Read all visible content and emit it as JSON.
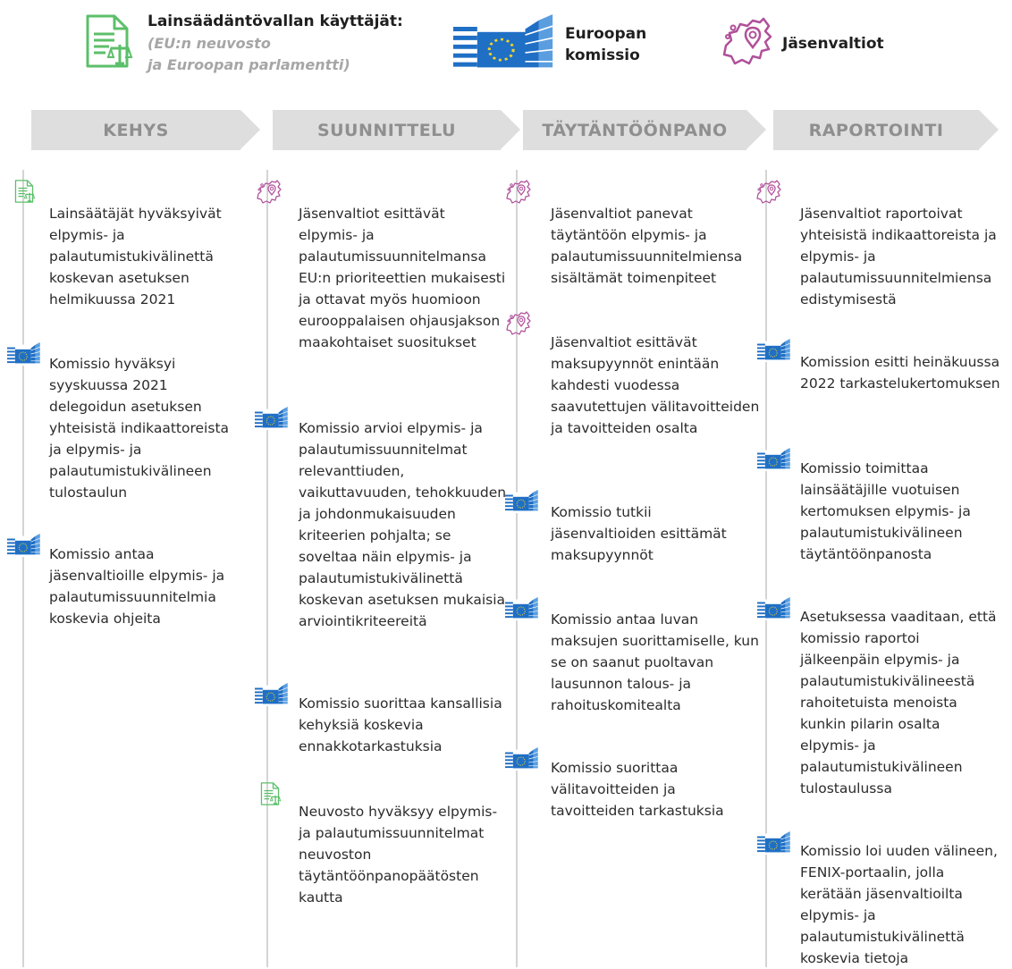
{
  "legend": {
    "legislators_title": "Lainsäädäntövallan käyttäjät:",
    "legislators_sub1": "(EU:n neuvosto",
    "legislators_sub2": "ja Euroopan parlamentti)",
    "commission_line1": "Euroopan",
    "commission_line2": "komissio",
    "member_states": "Jäsenvaltiot"
  },
  "columns": {
    "c1": {
      "title": "KEHYS",
      "e1": "Lainsäätäjät hyväksyivät elpymis- ja palautumistukivälinettä koskevan asetuksen helmikuussa 2021",
      "e2": "Komissio hyväksyi syyskuussa 2021 delegoidun asetuksen yhteisistä indikaattoreista ja elpymis- ja palautumistukivälineen tulostaulun",
      "e3": "Komissio antaa jäsenvaltioille elpymis- ja palautumissuunnitelmia koskevia ohjeita"
    },
    "c2": {
      "title": "SUUNNITTELU",
      "e1": "Jäsenvaltiot esittävät elpymis- ja palautumissuunnitelmansa EU:n prioriteettien mukaisesti ja ottavat myös huomioon eurooppalaisen ohjausjakson maakohtaiset suositukset",
      "e2": "Komissio arvioi elpymis- ja palautumissuunnitelmat relevanttiuden, vaikuttavuuden, tehokkuuden ja johdonmukaisuuden kriteerien pohjalta; se soveltaa näin elpymis- ja palautumistukivälinettä koskevan asetuksen mukaisia arviointikriteereitä",
      "e3": "Komissio suorittaa kansallisia kehyksiä koskevia ennakkotarkastuksia",
      "e4": "Neuvosto hyväksyy elpymis- ja palautumissuunnitelmat neuvoston täytäntöönpanopäätösten kautta"
    },
    "c3": {
      "title": "TÄYTÄNTÖÖNPANO",
      "e1": "Jäsenvaltiot panevat täytäntöön elpymis- ja palautumissuunnitelmiensa sisältämät toimenpiteet",
      "e2": "Jäsenvaltiot esittävät maksupyynnöt enintään kahdesti vuodessa saavutettujen välitavoitteiden ja tavoitteiden osalta",
      "e3": "Komissio tutkii jäsenvaltioiden esittämät maksupyynnöt",
      "e4": "Komissio antaa luvan maksujen suorittamiselle, kun se on saanut puoltavan lausunnon talous- ja rahoituskomitealta",
      "e5": "Komissio suorittaa välitavoitteiden ja tavoitteiden tarkastuksia"
    },
    "c4": {
      "title": "RAPORTOINTI",
      "e1": "Jäsenvaltiot raportoivat yhteisistä indikaattoreista ja elpymis- ja palautumissuunnitelmiensa edistymisestä",
      "e2": "Komission esitti heinäkuussa 2022 tarkastelukertomuksen",
      "e3": "Komissio toimittaa lainsäätäjille vuotuisen kertomuksen elpymis- ja palautumistukivälineen täytäntöönpanosta",
      "e4": "Asetuksessa vaaditaan, että komissio raportoi jälkeenpäin elpymis- ja palautumistukivälineestä rahoitetuista menoista kunkin pilarin osalta elpymis- ja palautumistukivälineen tulostaulussa",
      "e5": "Komissio loi uuden välineen, FENIX-portaalin, jolla kerätään jäsenvaltioilta elpymis- ja palautumistukivälinettä koskevia tietoja"
    }
  },
  "colors": {
    "legislator_green": "#5cbf6a",
    "commission_blue": "#1f6fc5",
    "member_purple": "#b0509a",
    "header_gray": "#dedede",
    "header_text": "#8f8f8f"
  }
}
